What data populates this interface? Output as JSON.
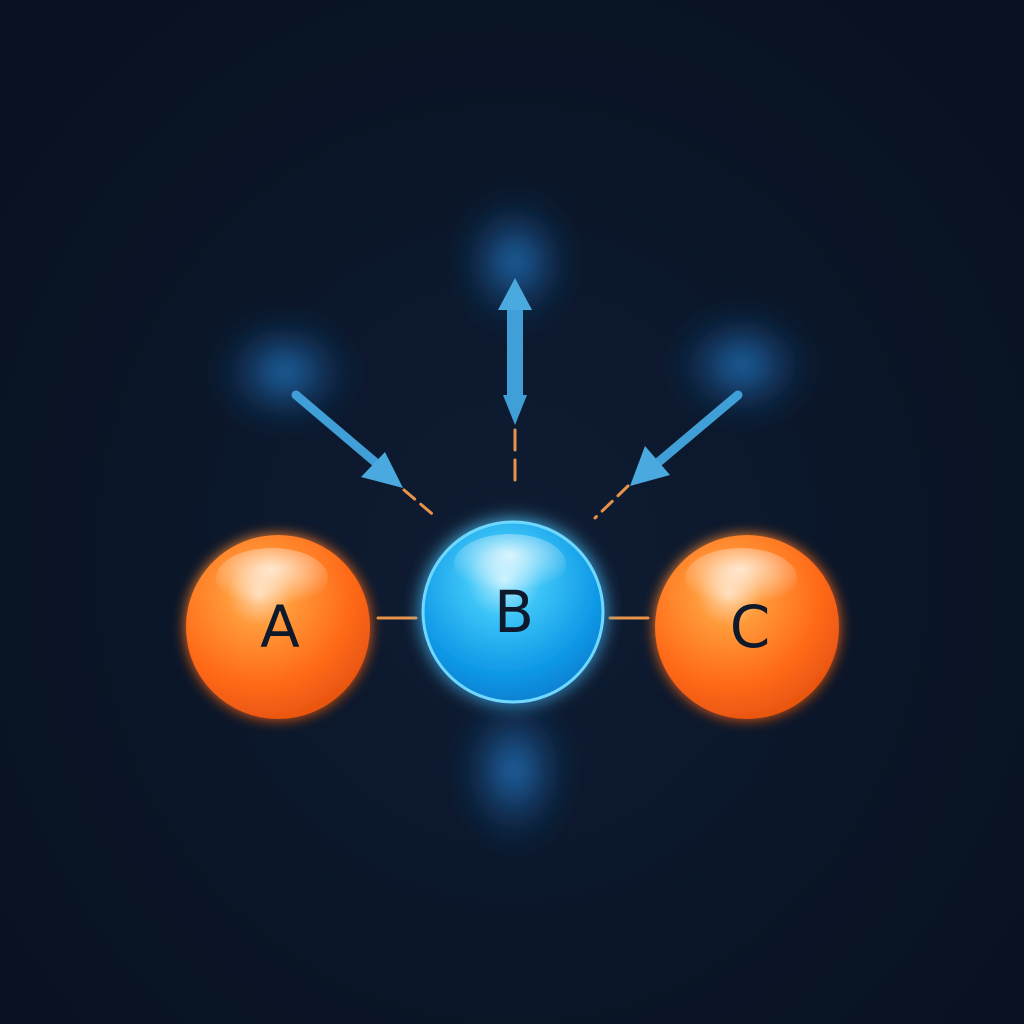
{
  "diagram": {
    "nodes": [
      {
        "id": "a",
        "label": "A",
        "color": "#ff7a1a"
      },
      {
        "id": "b",
        "label": "B",
        "color": "#17a9f0"
      },
      {
        "id": "c",
        "label": "C",
        "color": "#ff7a1a"
      }
    ],
    "connections": [
      {
        "from": "a",
        "to": "b",
        "style": "dashed"
      },
      {
        "from": "b",
        "to": "c",
        "style": "dashed"
      }
    ],
    "arrows": [
      {
        "id": "upper-left",
        "direction": "toward-b"
      },
      {
        "id": "top",
        "direction": "away-from-b"
      },
      {
        "id": "upper-right",
        "direction": "toward-b"
      }
    ],
    "colors": {
      "background": "#0b1628",
      "node_orange": "#ff7a1a",
      "node_blue": "#17a9f0",
      "connector": "#e8924a",
      "arrow": "#3f9fd6",
      "glow": "#1e7fd1",
      "label": "#0e1a2c"
    }
  }
}
